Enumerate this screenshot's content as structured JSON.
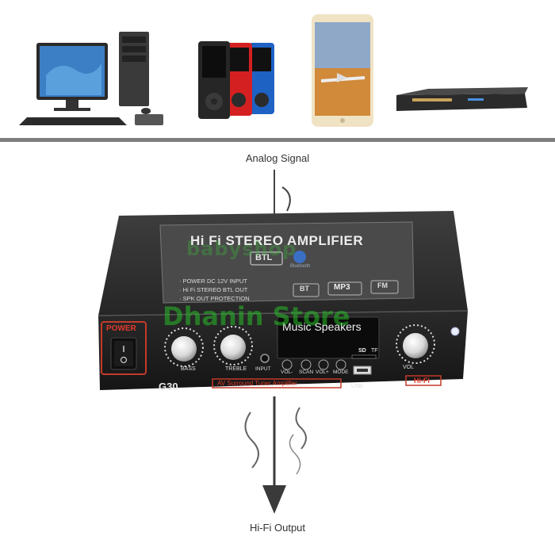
{
  "top_labels": {
    "analog_signal": "Analog Signal",
    "hifi_output": "Hi-Fi Output"
  },
  "watermark": {
    "line1": "babyshop",
    "line2": "Dhanin Store"
  },
  "amplifier": {
    "title": "Hi Fi STEREO AMPLIFIER",
    "btl_badge": "BTL",
    "bluetooth_label": "Bluetooth",
    "features": [
      "· POWER DC 12V INPUT",
      "· Hi Fi STEREO BTL OUT",
      "· SPK OUT PROTECTION"
    ],
    "feature_badges": [
      "BT",
      "MP3",
      "FM"
    ],
    "power_label": "POWER",
    "display_label": "Music Speakers",
    "button_labels": [
      "VOL-",
      "SCAN",
      "VOL+",
      "MODE"
    ],
    "card_labels": [
      "SD",
      "TF"
    ],
    "usb_label": "USB",
    "input_label": "INPUT",
    "knob_labels": [
      "BASS",
      "TREBLE",
      "VOL"
    ],
    "model": "G30",
    "bottom_strip": "AV Surround Tuner Amplifier",
    "hifi_badge": "Hi-Fi"
  },
  "sources": [
    {
      "name": "desktop-computer"
    },
    {
      "name": "mp3-players"
    },
    {
      "name": "smartphone"
    },
    {
      "name": "dvd-player"
    }
  ]
}
